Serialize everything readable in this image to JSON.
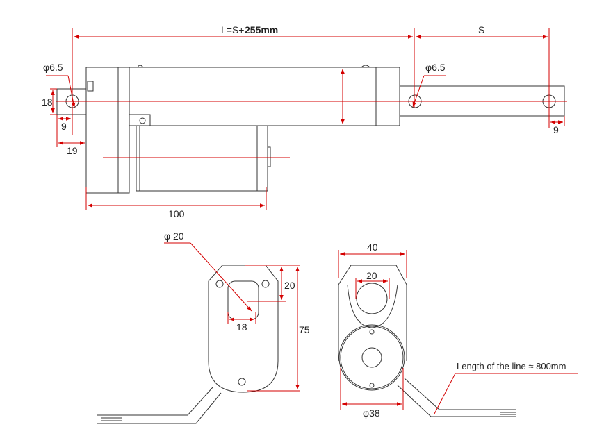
{
  "top_view": {
    "length_prefix": "L=S+",
    "length_value": "255mm",
    "stroke": "S",
    "hole_left": "φ6.5",
    "hole_right": "φ6.5",
    "bracket_height": "18",
    "hole_offset_left": "9",
    "bracket_length": "19",
    "motor_length": "100",
    "hole_offset_right": "9"
  },
  "side_view": {
    "hole_dia": "φ 20",
    "hole_depth": "20",
    "height": "75",
    "slot_width": "18"
  },
  "end_view": {
    "width": "40",
    "inner_dia": "20",
    "motor_dia": "φ38",
    "cable_note": "Length of the line ≈ 800mm"
  },
  "colors": {
    "dimension": "#d40000",
    "outline": "#333333"
  }
}
